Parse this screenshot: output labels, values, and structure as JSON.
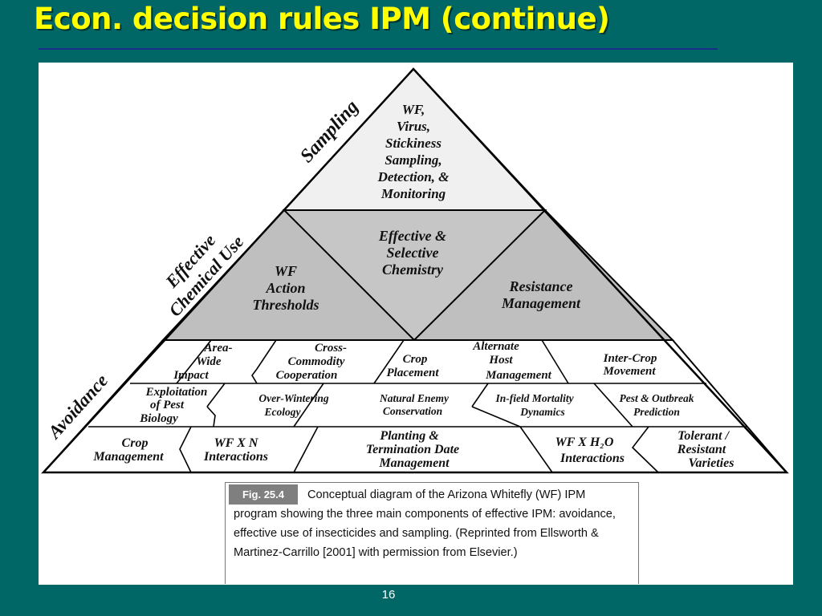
{
  "slide": {
    "title": "Econ. decision rules IPM (continue)",
    "page_number": "16"
  },
  "pyramid": {
    "side_labels": {
      "sampling": "Sampling",
      "chemical_1": "Effective",
      "chemical_2": "Chemical Use",
      "avoidance": "Avoidance"
    },
    "top": {
      "lines": [
        "WF,",
        "Virus,",
        "Stickiness",
        "Sampling,",
        "Detection, &",
        "Monitoring"
      ]
    },
    "middle": {
      "center_lines": [
        "Effective &",
        "Selective",
        "Chemistry"
      ],
      "left_lines": [
        "WF",
        "Action",
        "Thresholds"
      ],
      "right_lines": [
        "Resistance",
        "Management"
      ]
    },
    "base": {
      "area_wide": [
        "Area-",
        "Wide",
        "Impact"
      ],
      "cross_commodity": [
        "Cross-",
        "Commodity",
        "Cooperation"
      ],
      "crop_placement": [
        "Crop",
        "Placement"
      ],
      "alternate_host": [
        "Alternate",
        "Host",
        "Management"
      ],
      "inter_crop": [
        "Inter-Crop",
        "Movement"
      ],
      "exploitation": [
        "Exploitation",
        "of Pest",
        "Biology"
      ],
      "over_wintering": [
        "Over-Wintering",
        "Ecology"
      ],
      "natural_enemy": [
        "Natural Enemy",
        "Conservation"
      ],
      "infield_mortality": [
        "In-field Mortality",
        "Dynamics"
      ],
      "pest_outbreak": [
        "Pest & Outbreak",
        "Prediction"
      ],
      "crop_management": [
        "Crop",
        "Management"
      ],
      "wf_x_n": [
        "WF X N",
        "Interactions"
      ],
      "planting": [
        "Planting &",
        "Termination Date",
        "Management"
      ],
      "wf_x_h2o": [
        "WF X H₂O",
        "Interactions"
      ],
      "tolerant": [
        "Tolerant /",
        "Resistant",
        "Varieties"
      ]
    }
  },
  "caption": {
    "label": "Fig. 25.4",
    "text": "Conceptual diagram of the Arizona Whitefly (WF) IPM program showing the three main components of effective IPM: avoidance, effective use of insecticides and sampling. (Reprinted from Ellsworth & Martinez-Carrillo [2001] with permission from Elsevier.)"
  },
  "colors": {
    "background": "#006666",
    "title": "#ffff00",
    "top_tier_fill": "#f0f0f0",
    "middle_tier_fill": "#bfbfbf",
    "caption_label_fill": "#7f7f7f"
  }
}
